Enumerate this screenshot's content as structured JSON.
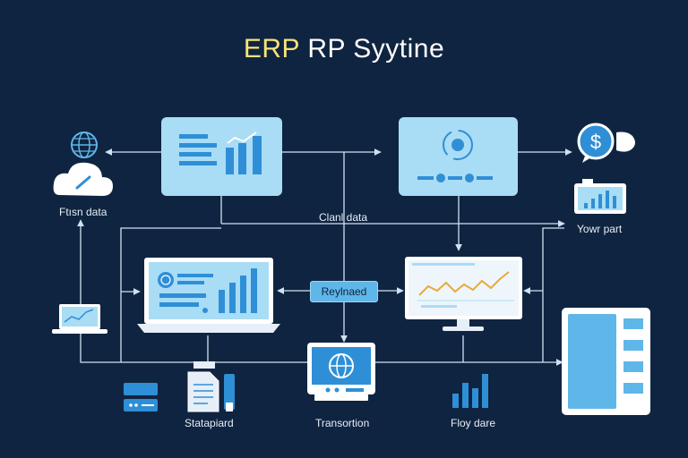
{
  "header": {
    "title_accent": "ERP",
    "title_rest": " RP Syytine"
  },
  "labels": {
    "from_data": "Ftısn data",
    "client_data": "Clanl data",
    "your_part": "Yowr part",
    "replaced": "Reylnaed",
    "standard": "Statapiard",
    "transaction": "Transortion",
    "flow_date": "Floy dare"
  },
  "icons": {
    "globe": "globe-icon",
    "cloud": "cloud-icon",
    "dollar": "dollar-icon",
    "monitor": "monitor-icon",
    "document": "document-icon",
    "server": "server-icon",
    "chart": "bar-chart-icon"
  },
  "colors": {
    "background": "#0f2440",
    "panel": "#a9dcf5",
    "accent": "#2f8fd6",
    "line": "#cfe2f3",
    "chart_line": "#e8a93a"
  }
}
